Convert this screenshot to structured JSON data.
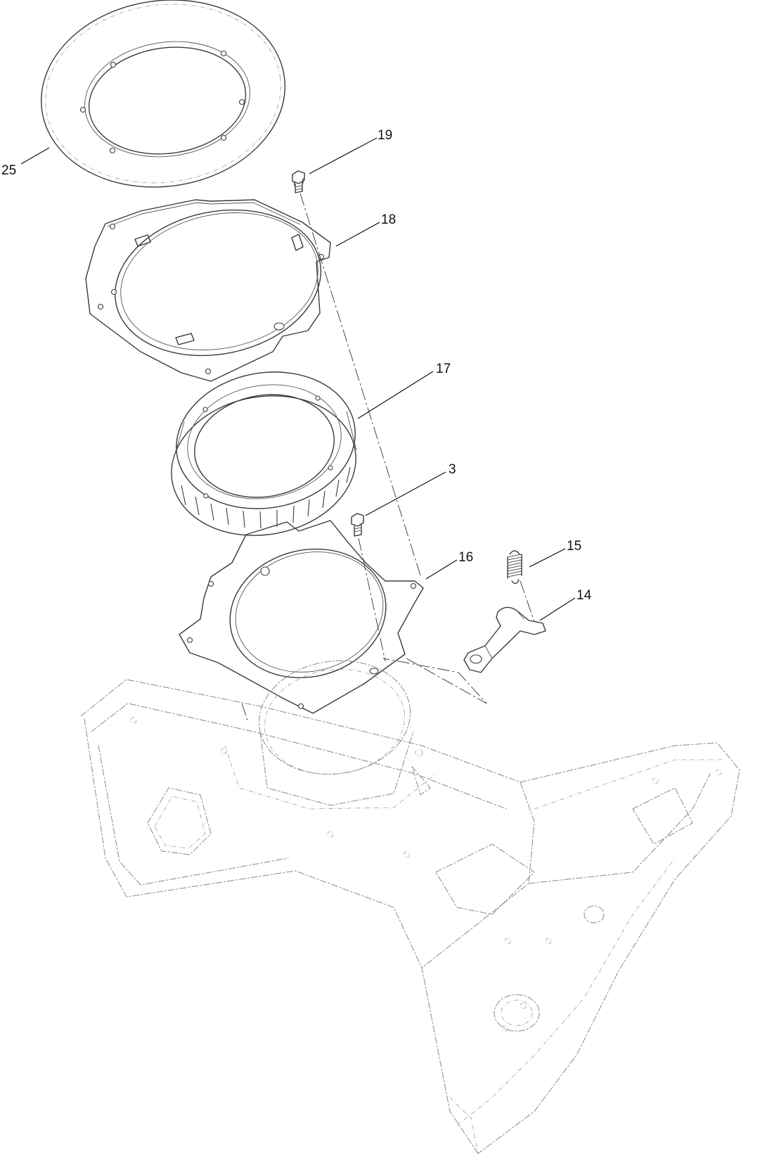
{
  "diagram": {
    "callouts": [
      {
        "id": "25",
        "label": "25"
      },
      {
        "id": "19",
        "label": "19"
      },
      {
        "id": "18",
        "label": "18"
      },
      {
        "id": "17",
        "label": "17"
      },
      {
        "id": "3",
        "label": "3"
      },
      {
        "id": "15",
        "label": "15"
      },
      {
        "id": "16",
        "label": "16"
      },
      {
        "id": "14",
        "label": "14"
      }
    ]
  }
}
